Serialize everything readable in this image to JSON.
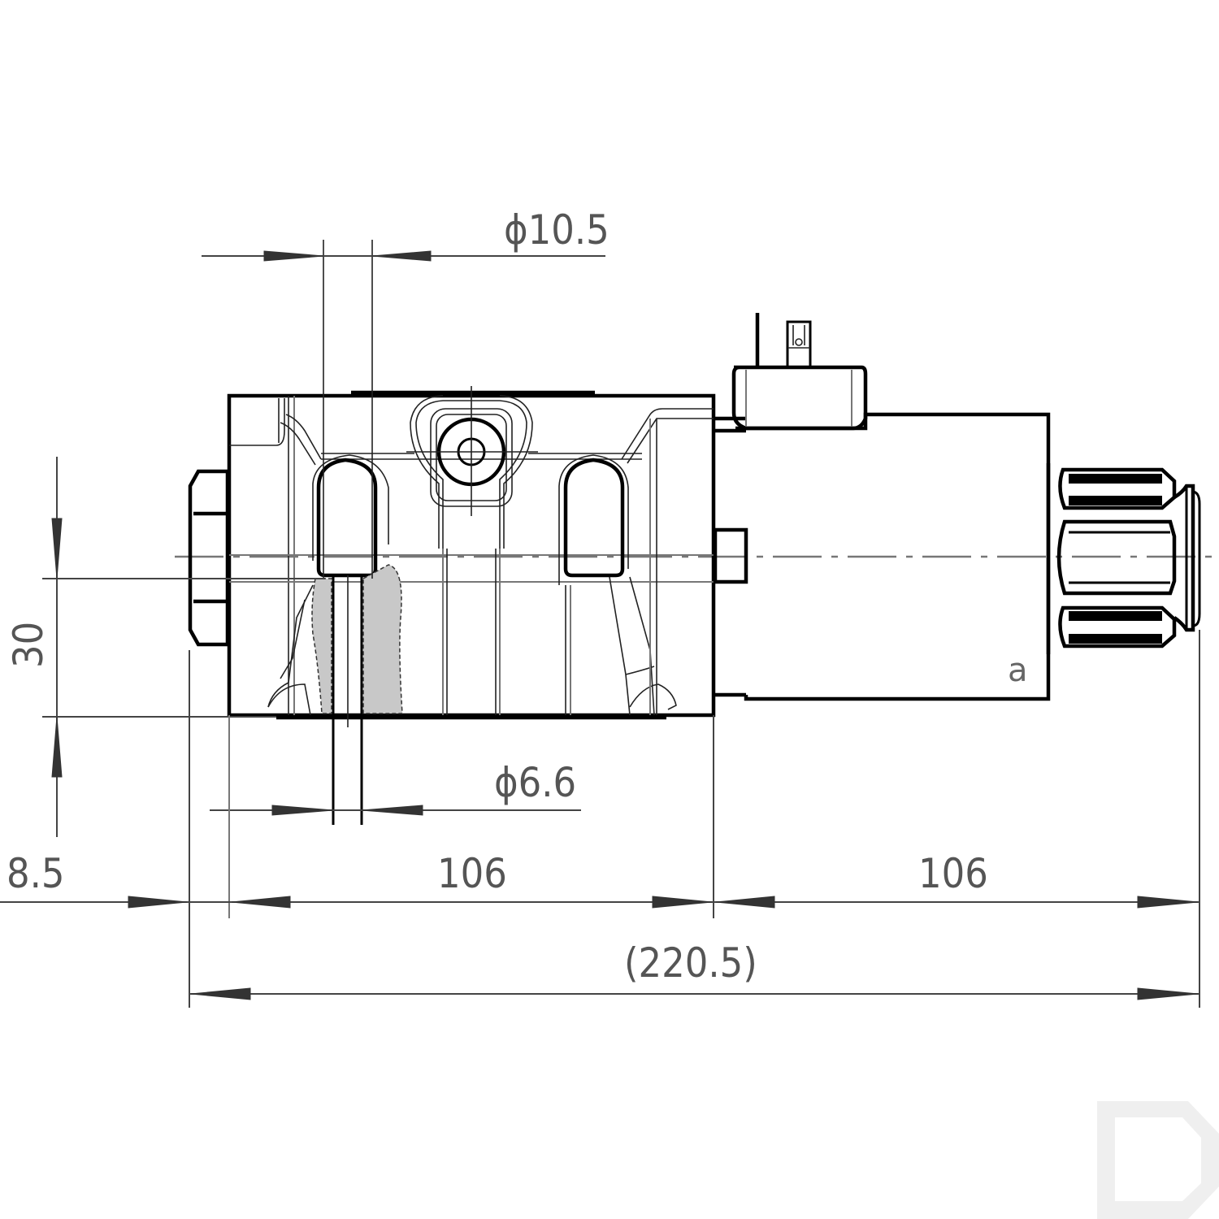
{
  "drawing": {
    "subject": "Solenoid directional valve – side view with dimensions",
    "colors": {
      "line": "#000000",
      "dimension": "#444444",
      "text": "#555555",
      "section_fill": "#c8c8c8",
      "watermark": "#eeeeee"
    }
  },
  "dimensions": {
    "bolt_hole_top": "ϕ10.5",
    "bolt_hole_bottom": "ϕ6.6",
    "height": "30",
    "offset_left": "8.5",
    "body_length": "106",
    "solenoid_length": "106",
    "overall_length": "(220.5)"
  },
  "labels": {
    "solenoid_side": "a"
  },
  "watermark": {
    "icon": "logo-d-icon"
  }
}
